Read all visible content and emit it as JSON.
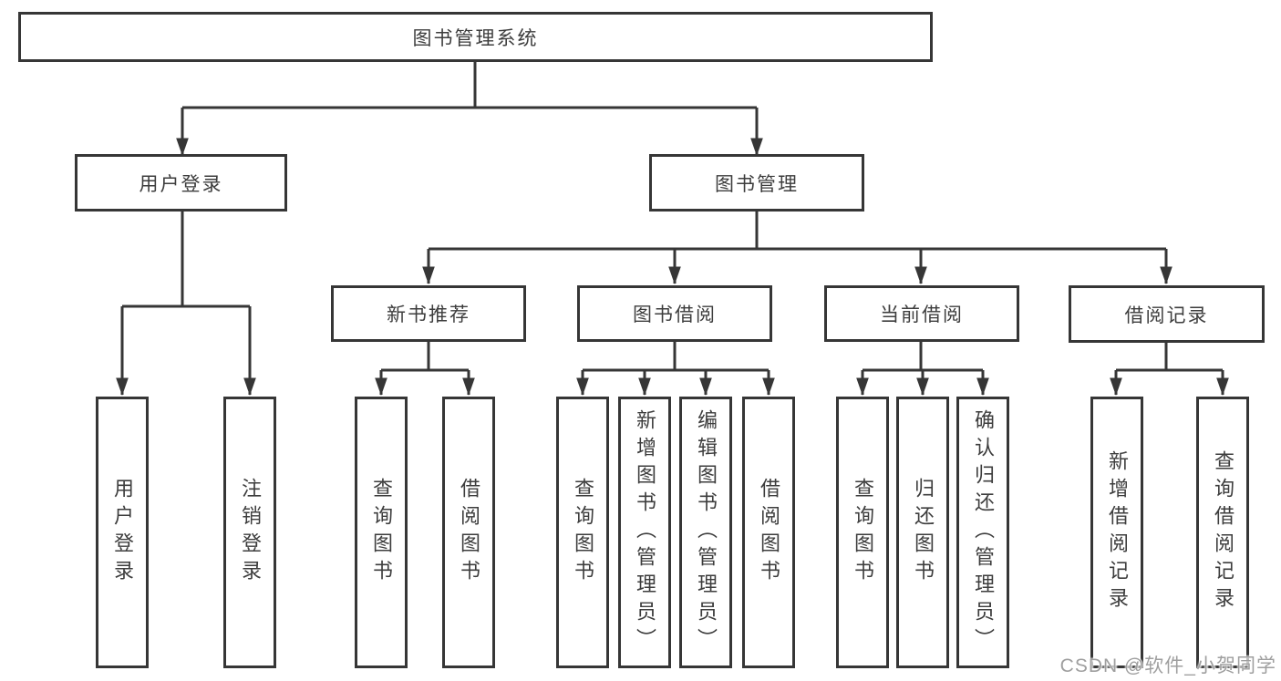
{
  "diagram": {
    "root": {
      "label": "图书管理系统"
    },
    "level2": {
      "user_login": {
        "label": "用户登录"
      },
      "book_mgmt": {
        "label": "图书管理"
      }
    },
    "user_login_children": [
      {
        "label": "用户登录"
      },
      {
        "label": "注销登录"
      }
    ],
    "modules": [
      {
        "label": "新书推荐",
        "children": [
          {
            "label": "查询图书"
          },
          {
            "label": "借阅图书"
          }
        ]
      },
      {
        "label": "图书借阅",
        "children": [
          {
            "label": "查询图书"
          },
          {
            "label": "新增图书（管理员）"
          },
          {
            "label": "编辑图书（管理员）"
          },
          {
            "label": "借阅图书"
          }
        ]
      },
      {
        "label": "当前借阅",
        "children": [
          {
            "label": "查询图书"
          },
          {
            "label": "归还图书"
          },
          {
            "label": "确认归还（管理员）"
          }
        ]
      },
      {
        "label": "借阅记录",
        "children": [
          {
            "label": "新增借阅记录"
          },
          {
            "label": "查询借阅记录"
          }
        ]
      }
    ]
  },
  "watermark": {
    "text": "CSDN @软件_小贺同学"
  },
  "colors": {
    "line": "#363636",
    "text": "#3d3d3d",
    "watermark": "#9f9f9f",
    "background": "#ffffff"
  }
}
